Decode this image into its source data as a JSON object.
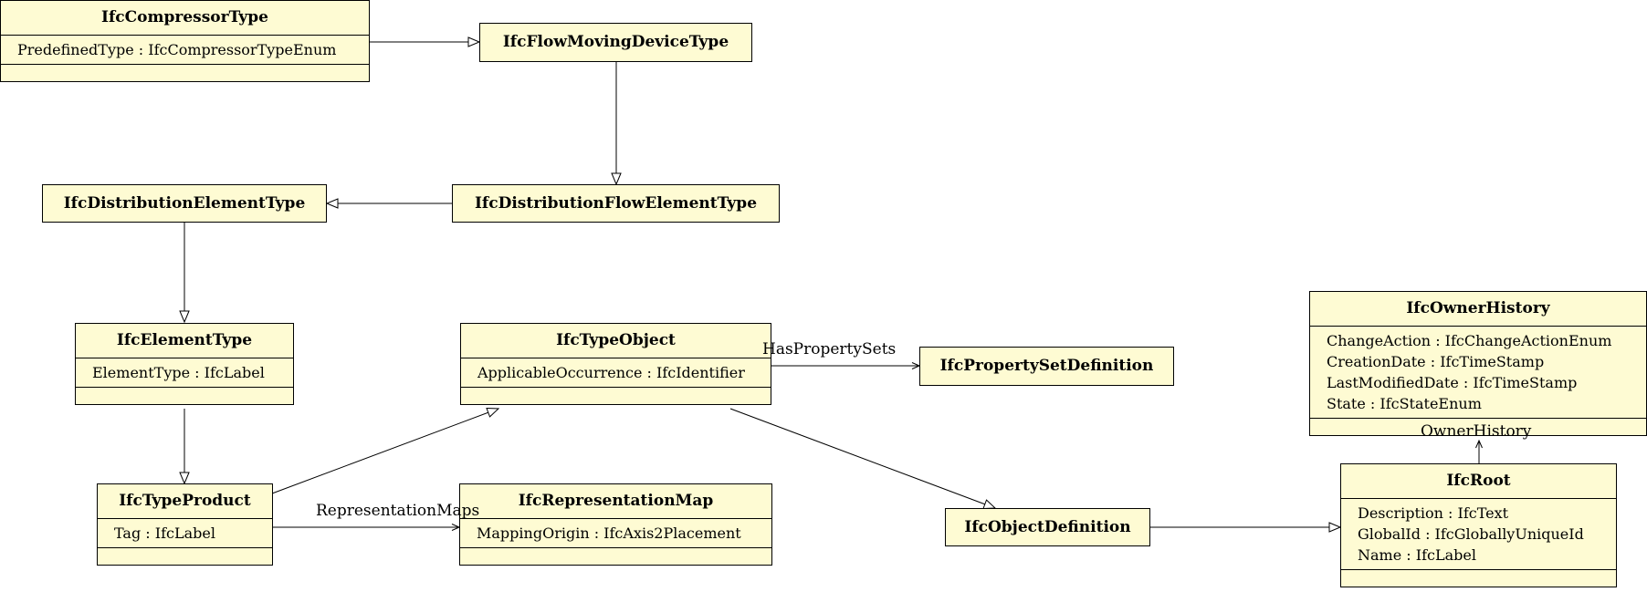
{
  "classes": {
    "compressor_type": {
      "name": "IfcCompressorType",
      "attributes": [
        "PredefinedType : IfcCompressorTypeEnum"
      ]
    },
    "flow_moving_device_type": {
      "name": "IfcFlowMovingDeviceType"
    },
    "distribution_element_type": {
      "name": "IfcDistributionElementType"
    },
    "distribution_flow_element_type": {
      "name": "IfcDistributionFlowElementType"
    },
    "element_type": {
      "name": "IfcElementType",
      "attributes": [
        "ElementType : IfcLabel"
      ]
    },
    "type_object": {
      "name": "IfcTypeObject",
      "attributes": [
        "ApplicableOccurrence : IfcIdentifier"
      ]
    },
    "property_set_definition": {
      "name": "IfcPropertySetDefinition"
    },
    "owner_history": {
      "name": "IfcOwnerHistory",
      "attributes": [
        "ChangeAction : IfcChangeActionEnum",
        "CreationDate : IfcTimeStamp",
        "LastModifiedDate : IfcTimeStamp",
        "State : IfcStateEnum"
      ]
    },
    "type_product": {
      "name": "IfcTypeProduct",
      "attributes": [
        "Tag : IfcLabel"
      ]
    },
    "representation_map": {
      "name": "IfcRepresentationMap",
      "attributes": [
        "MappingOrigin : IfcAxis2Placement"
      ]
    },
    "object_definition": {
      "name": "IfcObjectDefinition"
    },
    "root": {
      "name": "IfcRoot",
      "attributes": [
        "Description : IfcText",
        "GlobalId : IfcGloballyUniqueId",
        "Name : IfcLabel"
      ]
    }
  },
  "associations": {
    "has_property_sets": "HasPropertySets",
    "representation_maps": "RepresentationMaps",
    "owner_history": "OwnerHistory"
  },
  "colors": {
    "class_fill": "#fefbd3",
    "line": "#000000"
  }
}
